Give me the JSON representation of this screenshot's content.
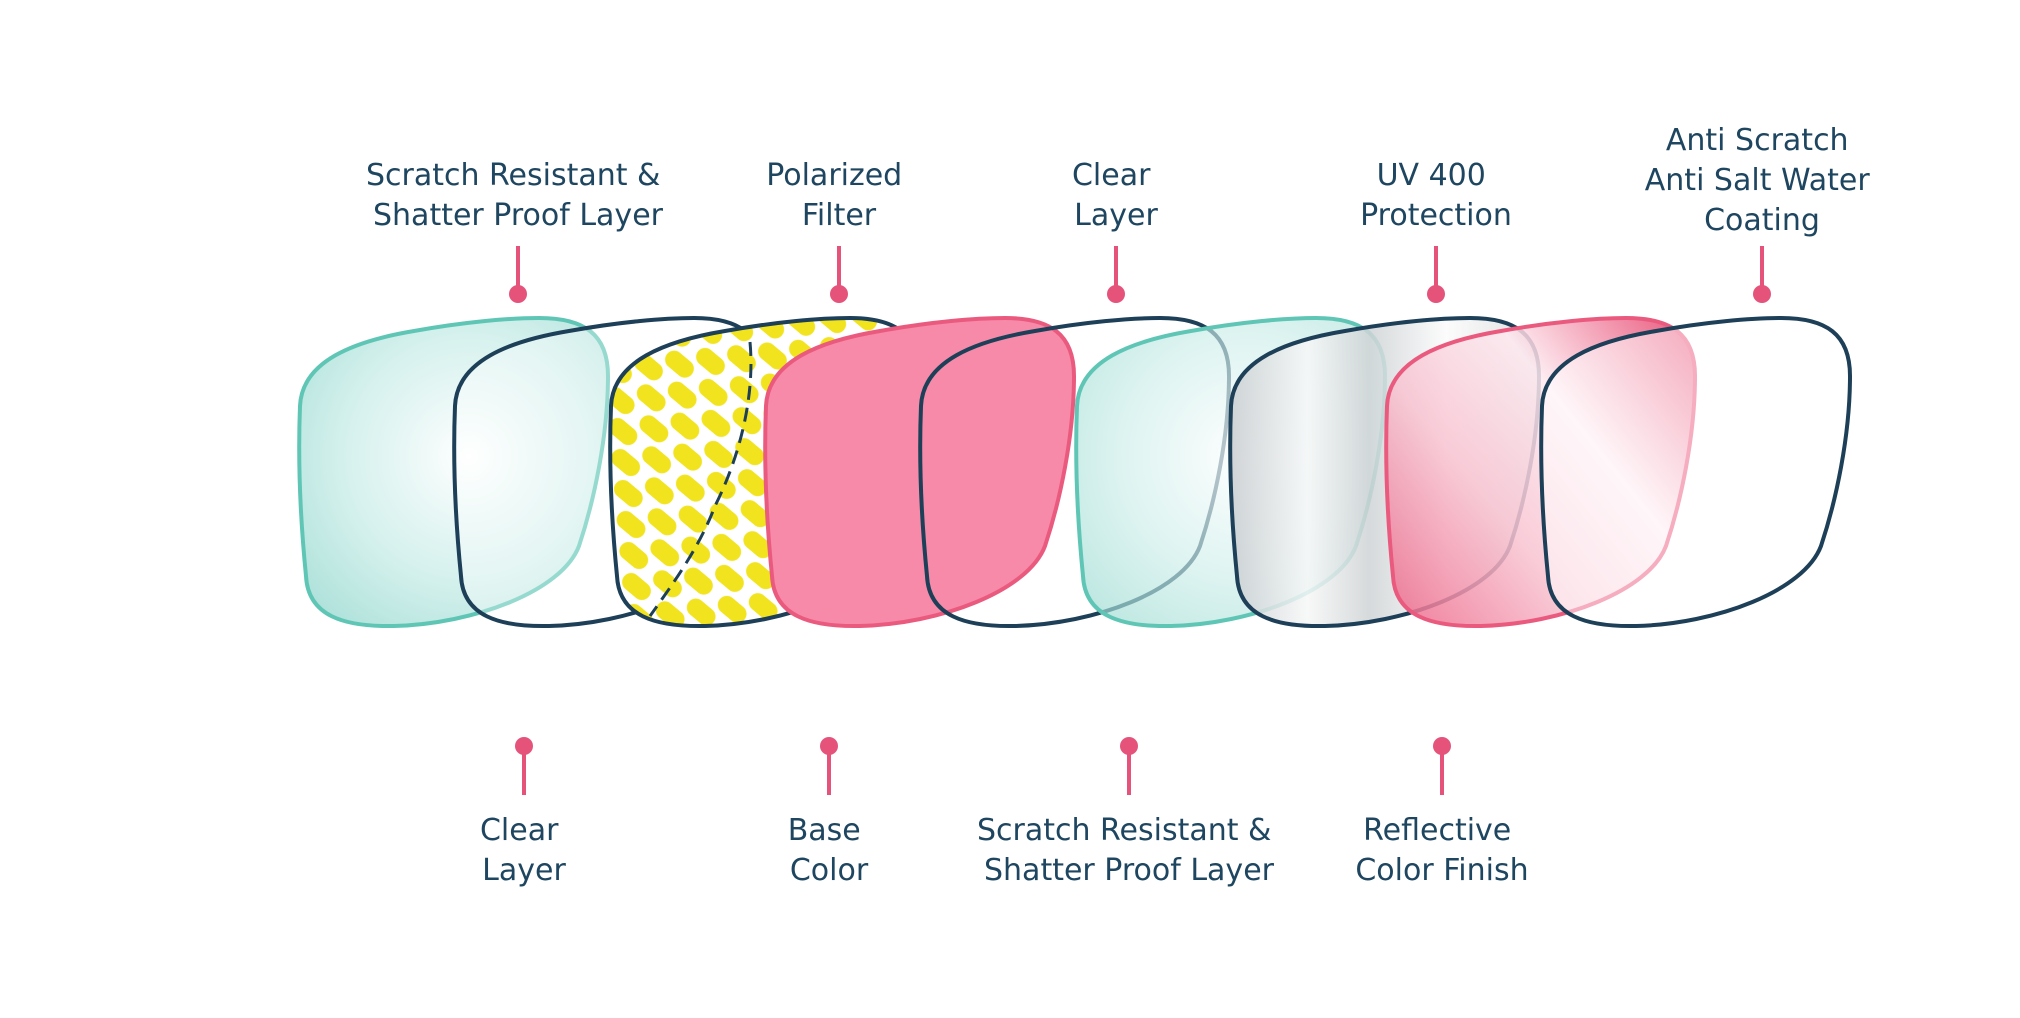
{
  "top_labels": [
    {
      "line1": "Scratch Resistant &",
      "line2": "Shatter Proof Layer"
    },
    {
      "line1": "Polarized",
      "line2": "Filter"
    },
    {
      "line1": "Clear",
      "line2": "Layer"
    },
    {
      "line1": "UV 400",
      "line2": "Protection"
    },
    {
      "line1": "Anti Scratch",
      "line2": "Anti Salt Water",
      "line3": "Coating"
    }
  ],
  "bottom_labels": [
    {
      "line1": "Clear",
      "line2": "Layer"
    },
    {
      "line1": "Base",
      "line2": "Color"
    },
    {
      "line1": "Scratch Resistant &",
      "line2": "Shatter Proof Layer"
    },
    {
      "line1": "Reflective",
      "line2": "Color Finish"
    }
  ],
  "colors": {
    "teal": "#5fc6b6",
    "navy": "#1d3f58",
    "pink": "#ea5a7e",
    "pink_fill": "#f68aa8",
    "yellow": "#f1e41f",
    "connector": "#e5537a",
    "text": "#1f4660"
  }
}
